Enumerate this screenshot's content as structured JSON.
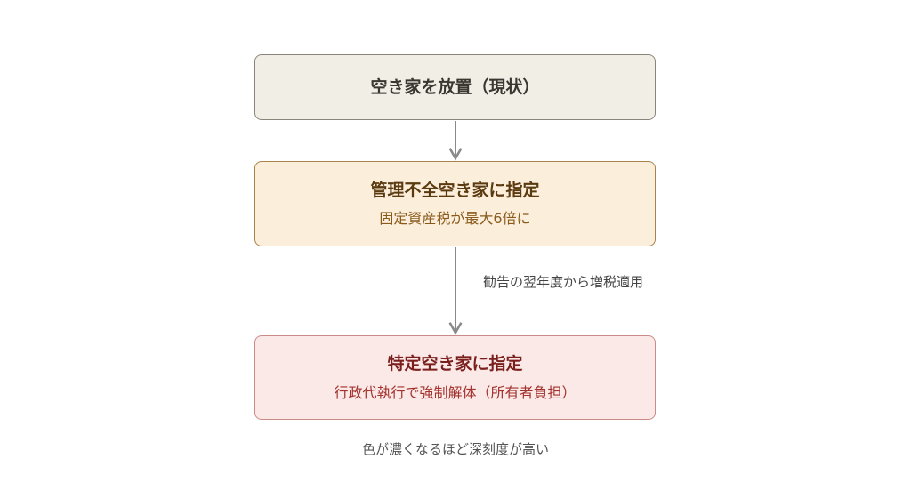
{
  "nodes": [
    {
      "title": "空き家を放置（現状）",
      "subtitle": ""
    },
    {
      "title": "管理不全空き家に指定",
      "subtitle": "固定資産税が最大6倍に"
    },
    {
      "title": "特定空き家に指定",
      "subtitle": "行政代執行で強制解体（所有者負担）"
    }
  ],
  "edges": [
    {
      "label": ""
    },
    {
      "label": "勧告の翌年度から増税適用"
    }
  ],
  "caption": "色が濃くなるほど深刻度が高い",
  "colors": {
    "arrow": "#8a8a8a",
    "node1_fill": "#f1eee6",
    "node2_fill": "#fbeedb",
    "node3_fill": "#fbe9e8"
  }
}
